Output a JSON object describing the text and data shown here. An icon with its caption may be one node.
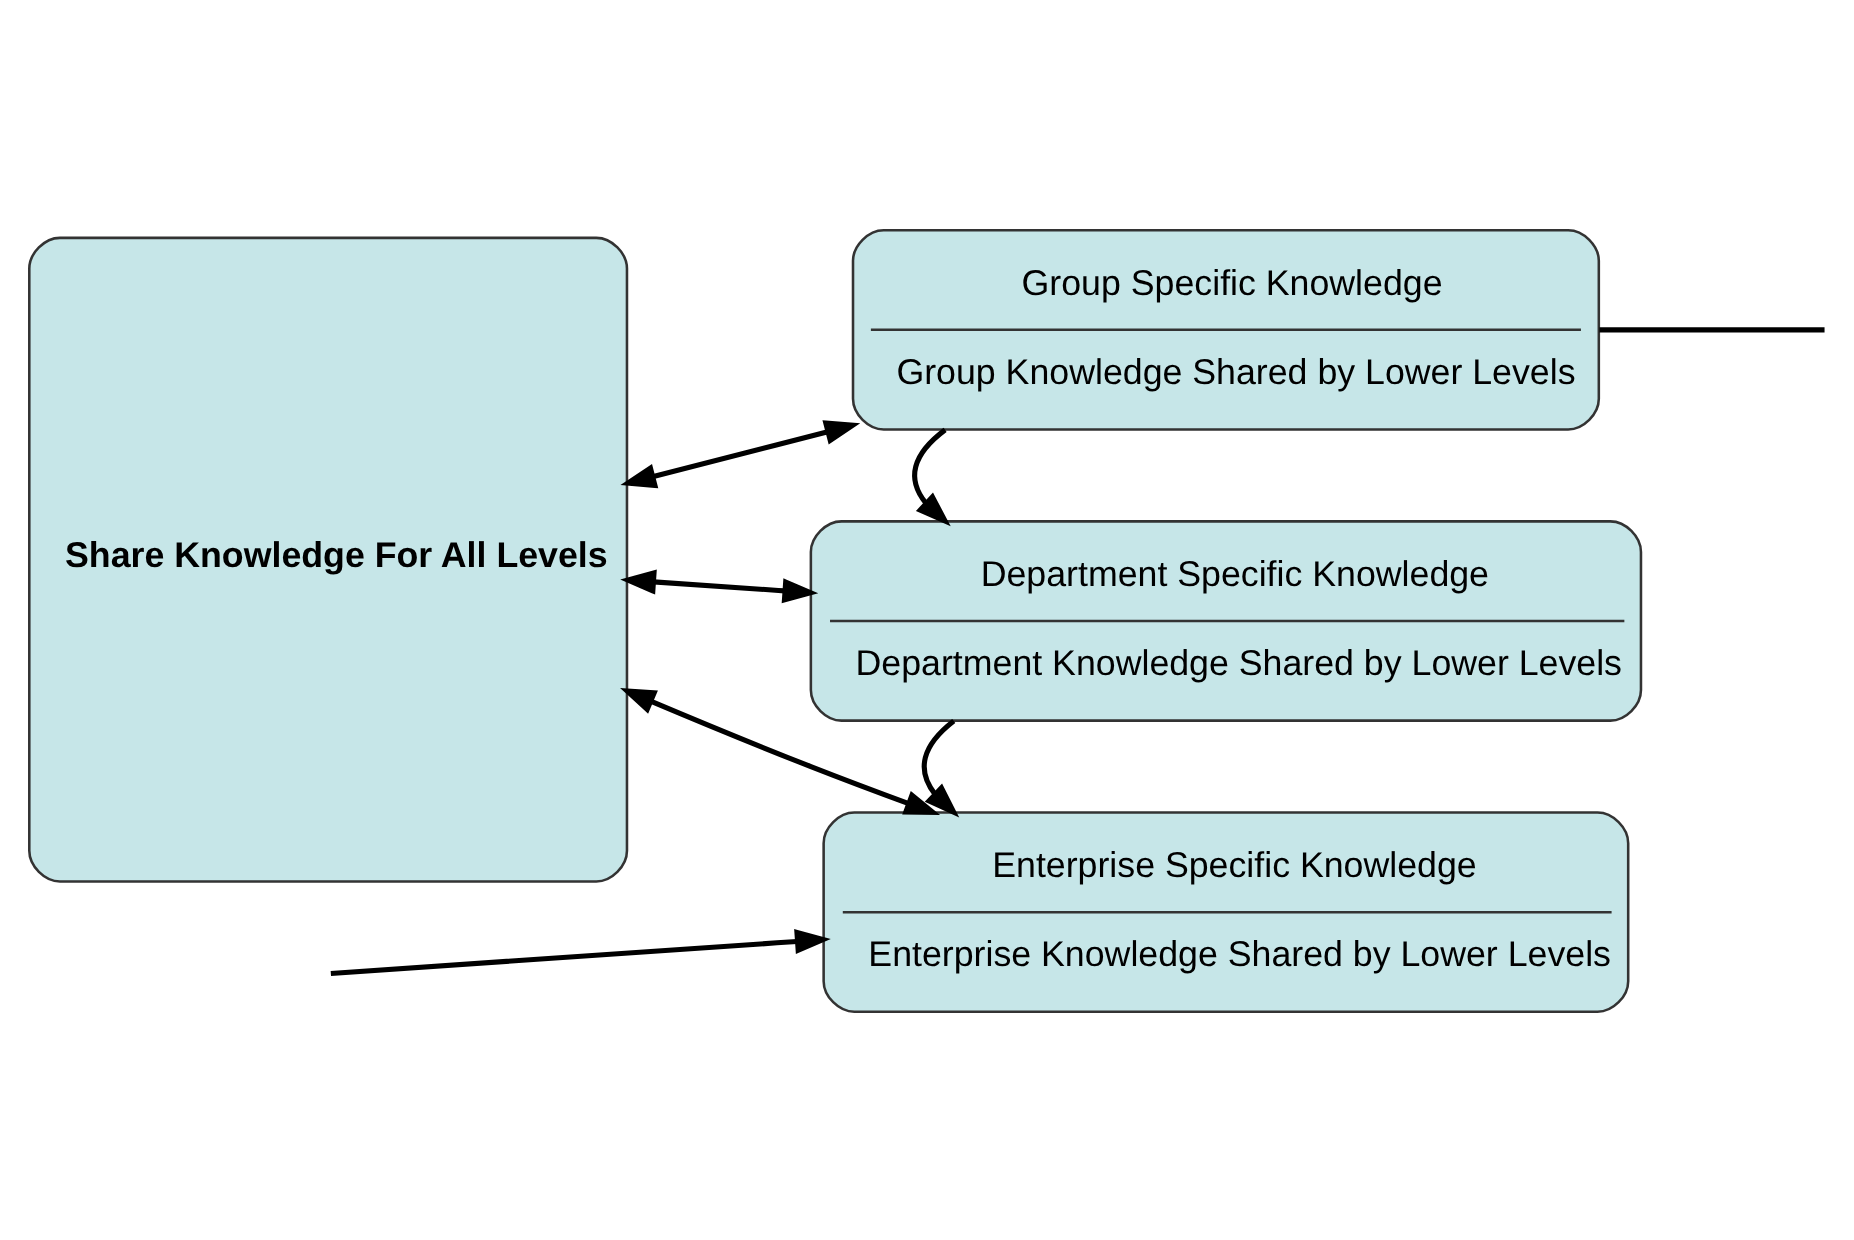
{
  "diagram": {
    "nodes": [
      {
        "text": [
          "Share Knowledge For All Levels"
        ]
      },
      {
        "text": [
          "Enterprise Specific Knowledge",
          "Enterprise Knowledge Shared by Lower Levels"
        ]
      },
      {
        "text": [
          "Department Specific Knowledge",
          "Department Knowledge Shared by Lower Levels"
        ]
      },
      {
        "text": [
          "Group Specific Knowledge",
          "Group Knowledge Shared by Lower Levels"
        ]
      }
    ],
    "edges": [
      {
        "from": 0,
        "to": 1,
        "arrow": "both"
      },
      {
        "from": 0,
        "to": 2,
        "arrow": "both"
      },
      {
        "from": 0,
        "to": 3,
        "arrow": "both"
      },
      {
        "from": 3,
        "to": 2,
        "arrow": "to"
      },
      {
        "from": 2,
        "to": 1,
        "arrow": "to"
      },
      {
        "from": null,
        "to": 1,
        "arrow": "to"
      },
      {
        "from": 3,
        "to": null,
        "arrow": "none"
      }
    ]
  }
}
